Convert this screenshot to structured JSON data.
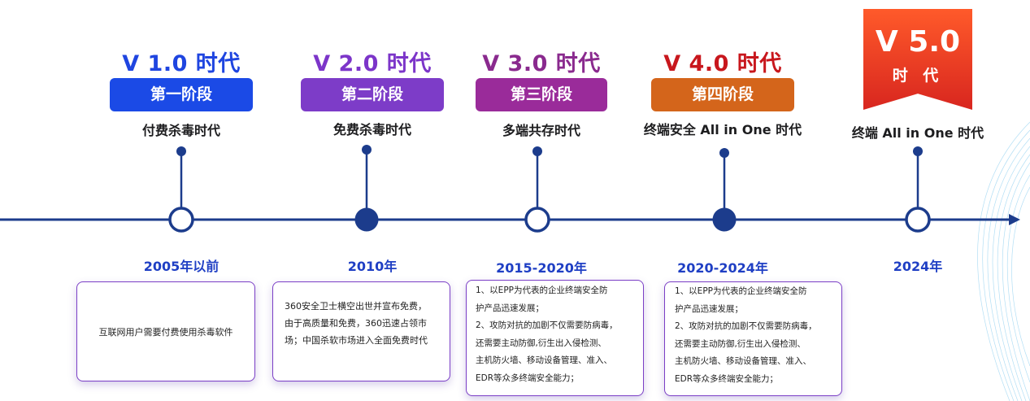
{
  "colors": {
    "axis": "#1c3c8c",
    "v1": "#1f45e0",
    "v2": "#7c35c9",
    "v3": "#8a2a8e",
    "v4": "#c8171d",
    "pill1": "#1b4ae6",
    "pill2": "#7d3cc8",
    "pill3": "#9a2b9a",
    "pill4": "#d4651b"
  },
  "stages": [
    {
      "version": "V 1.0 时代",
      "stage": "第一阶段",
      "era": "付费杀毒时代",
      "year": "2005年以前",
      "node": "hollow",
      "desc": [
        "互联网用户需要付费使用杀毒软件"
      ]
    },
    {
      "version": "V 2.0 时代",
      "stage": "第二阶段",
      "era": "免费杀毒时代",
      "year": "2010年",
      "node": "filled",
      "desc": [
        "360安全卫士横空出世并宣布免费，",
        "由于高质量和免费，360迅速占领市",
        "场；中国杀软市场进入全面免费时代"
      ]
    },
    {
      "version": "V 3.0 时代",
      "stage": "第三阶段",
      "era": "多端共存时代",
      "year": "2015-2020年",
      "node": "hollow",
      "desc": [
        "1、以EPP为代表的企业终端安全防",
        "护产品迅速发展；",
        "2、攻防对抗的加剧不仅需要防病毒，",
        "还需要主动防御,衍生出入侵检测、",
        "主机防火墙、移动设备管理、准入、",
        "EDR等众多终端安全能力；"
      ]
    },
    {
      "version": "V 4.0 时代",
      "stage": "第四阶段",
      "era": "终端安全 All in One 时代",
      "year": "2020-2024年",
      "node": "filled",
      "desc": [
        "1、以EPP为代表的企业终端安全防",
        "护产品迅速发展；",
        "2、攻防对抗的加剧不仅需要防病毒，",
        "还需要主动防御,衍生出入侵检测、",
        "主机防火墙、移动设备管理、准入、",
        "EDR等众多终端安全能力；"
      ]
    },
    {
      "version_line1": "V 5.0",
      "version_line2": "时 代",
      "era": "终端 All in One 时代",
      "year": "2024年",
      "node": "hollow"
    }
  ]
}
